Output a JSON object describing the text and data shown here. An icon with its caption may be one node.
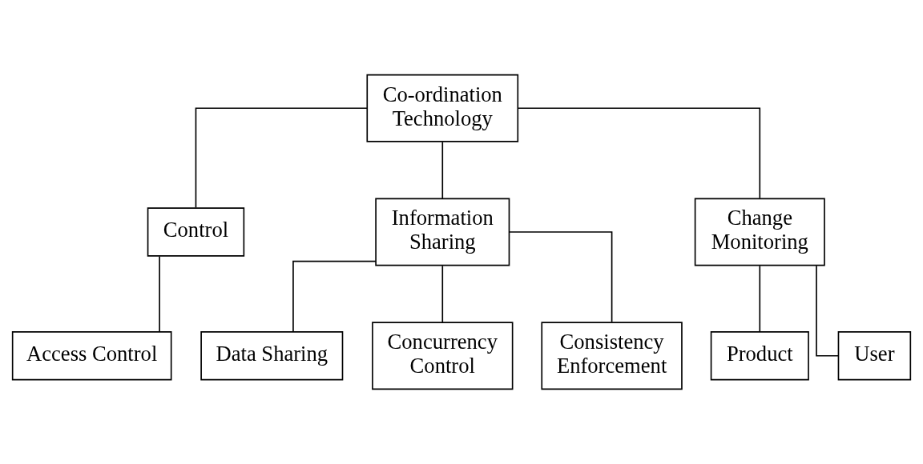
{
  "diagram": {
    "nodes": [
      {
        "text": [
          "Co-ordination Technology"
        ]
      },
      {
        "text": [
          "Control"
        ]
      },
      {
        "text": [
          "Information Sharing"
        ]
      },
      {
        "text": [
          "Change Monitoring"
        ]
      },
      {
        "text": [
          "Access Control"
        ]
      },
      {
        "text": [
          "Data Sharing"
        ]
      },
      {
        "text": [
          "Concurrency Control"
        ]
      },
      {
        "text": [
          "Consistency Enforcement"
        ]
      },
      {
        "text": [
          "Product"
        ]
      },
      {
        "text": [
          "User"
        ]
      }
    ],
    "edges": [
      {
        "from": 0,
        "to": 1,
        "arrow": "none"
      },
      {
        "from": 0,
        "to": 2,
        "arrow": "none"
      },
      {
        "from": 0,
        "to": 3,
        "arrow": "none"
      },
      {
        "from": 1,
        "to": 4,
        "arrow": "none"
      },
      {
        "from": 2,
        "to": 5,
        "arrow": "none"
      },
      {
        "from": 2,
        "to": 6,
        "arrow": "none"
      },
      {
        "from": 2,
        "to": 7,
        "arrow": "none"
      },
      {
        "from": 3,
        "to": 8,
        "arrow": "none"
      },
      {
        "from": 3,
        "to": 9,
        "arrow": "none"
      }
    ]
  }
}
